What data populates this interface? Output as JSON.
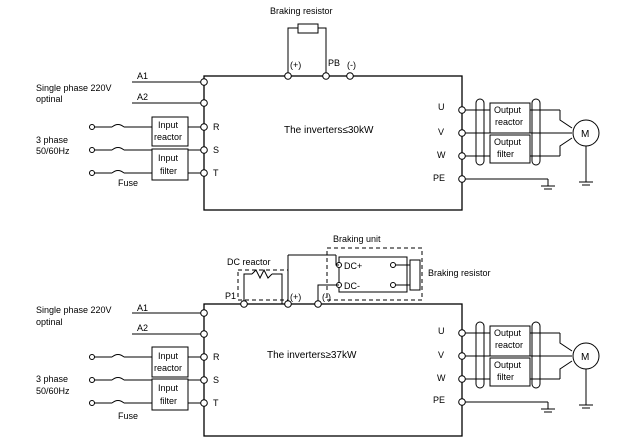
{
  "top": {
    "braking_resistor": "Braking resistor",
    "plus": "(+)",
    "pb": "PB",
    "minus": "(-)",
    "a1": "A1",
    "a2": "A2",
    "single_phase_line1": "Single phase 220V",
    "single_phase_line2": "optinal",
    "three_phase_line1": "3 phase",
    "three_phase_line2": "50/60Hz",
    "fuse": "Fuse",
    "input_reactor_line1": "Input",
    "input_reactor_line2": "reactor",
    "input_filter_line1": "Input",
    "input_filter_line2": "filter",
    "r": "R",
    "s": "S",
    "t": "T",
    "inverter": "The inverters≤30kW",
    "u": "U",
    "v": "V",
    "w": "W",
    "pe": "PE",
    "output_reactor_line1": "Output",
    "output_reactor_line2": "reactor",
    "output_filter_line1": "Output",
    "output_filter_line2": "filter",
    "motor": "M"
  },
  "bottom": {
    "braking_unit": "Braking unit",
    "dc_reactor": "DC reactor",
    "braking_resistor": "Braking resistor",
    "dc_plus": "DC+",
    "dc_minus": "DC-",
    "p1": "P1",
    "plus": "(+)",
    "minus": "(-)",
    "a1": "A1",
    "a2": "A2",
    "single_phase_line1": "Single phase 220V",
    "single_phase_line2": "optinal",
    "three_phase_line1": "3  phase",
    "three_phase_line2": "50/60Hz",
    "fuse": "Fuse",
    "input_reactor_line1": "Input",
    "input_reactor_line2": "reactor",
    "input_filter_line1": "Input",
    "input_filter_line2": "filter",
    "r": "R",
    "s": "S",
    "t": "T",
    "inverter": "The inverters≥37kW",
    "u": "U",
    "v": "V",
    "w": "W",
    "pe": "PE",
    "output_reactor_line1": "Output",
    "output_reactor_line2": "reactor",
    "output_filter_line1": "Output",
    "output_filter_line2": "filter",
    "motor": "M"
  }
}
